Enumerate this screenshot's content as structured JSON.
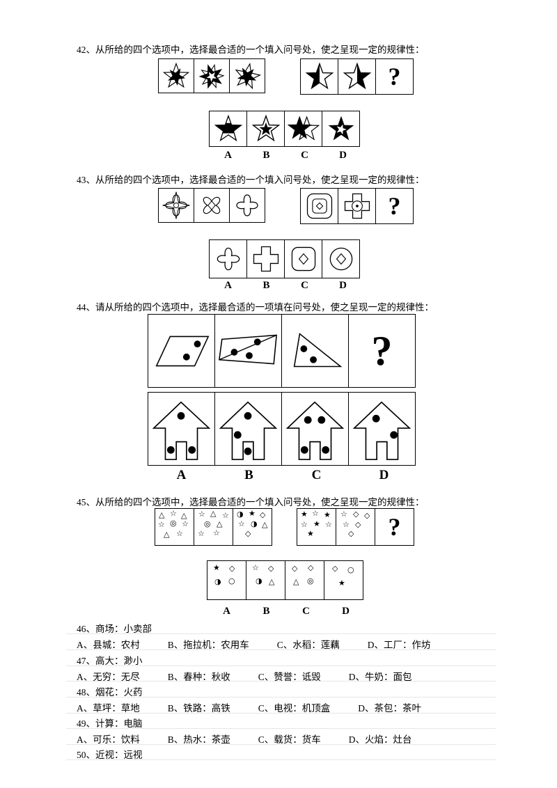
{
  "q": {
    "q42": {
      "stem": "42、从所给的四个选项中，选择最合适的一个填入问号处，使之呈现一定的规律性：",
      "qmark": "?",
      "labels": [
        "A",
        "B",
        "C",
        "D"
      ]
    },
    "q43": {
      "stem": "43、从所给的四个选项中，选择最合适的一个填入问号处，使之呈现一定的规律性：",
      "qmark": "?",
      "labels": [
        "A",
        "B",
        "C",
        "D"
      ]
    },
    "q44": {
      "stem": "44、请从所给的四个选项中，选择最合适的一项填在问号处，使之呈现一定的规律性：",
      "qmark": "?",
      "labels": [
        "A",
        "B",
        "C",
        "D"
      ]
    },
    "q45": {
      "stem": "45、从所给的四个选项中，选择最合适的一个填入问号处，使之呈现一定的规律性：",
      "qmark": "?",
      "labels": [
        "A",
        "B",
        "C",
        "D"
      ]
    }
  },
  "verbal": [
    {
      "stem": "46、商场：小卖部",
      "options": [
        "A、县城：农村",
        "B、拖拉机：农用车",
        "C、水稻：莲藕",
        "D、工厂：作坊"
      ]
    },
    {
      "stem": "47、高大：渺小",
      "options": [
        "A、无穷：无尽",
        "B、春种：秋收",
        "C、赞誉：诋毁",
        "D、牛奶：面包"
      ]
    },
    {
      "stem": "48、烟花：火药",
      "options": [
        "A、草坪：草地",
        "B、铁路：高铁",
        "C、电视：机顶盒",
        "D、茶包：茶叶"
      ]
    },
    {
      "stem": "49、计算：电脑",
      "options": [
        "A、可乐：饮料",
        "B、热水：茶壶",
        "C、载货：货车",
        "D、火焰：灶台"
      ]
    },
    {
      "stem": "50、近视：远视",
      "options": []
    }
  ],
  "q45_figures": {
    "seq": [
      [
        [
          "△",
          5,
          3
        ],
        [
          "☆",
          21,
          1
        ],
        [
          "△",
          37,
          4
        ],
        [
          "☆",
          4,
          17
        ],
        [
          "◎",
          21,
          15
        ],
        [
          "☆",
          38,
          16
        ],
        [
          "△",
          12,
          31
        ],
        [
          "☆",
          30,
          30
        ]
      ],
      [
        [
          "☆",
          6,
          2
        ],
        [
          "△",
          23,
          1
        ],
        [
          "☆",
          40,
          4
        ],
        [
          "◎",
          14,
          16
        ],
        [
          "△",
          32,
          16
        ],
        [
          "☆",
          5,
          30
        ],
        [
          "☆",
          27,
          29
        ]
      ],
      [
        [
          "◑",
          5,
          2
        ],
        [
          "★",
          22,
          1
        ],
        [
          "◇",
          38,
          3
        ],
        [
          "☆",
          7,
          16
        ],
        [
          "◑",
          25,
          16
        ],
        [
          "△",
          41,
          17
        ],
        [
          "◇",
          17,
          30
        ]
      ],
      [
        [
          "★",
          5,
          2
        ],
        [
          "☆",
          21,
          1
        ],
        [
          "★",
          38,
          3
        ],
        [
          "☆",
          5,
          17
        ],
        [
          "★",
          23,
          16
        ],
        [
          "☆",
          40,
          17
        ],
        [
          "★",
          14,
          30
        ]
      ],
      [
        [
          "☆",
          6,
          2
        ],
        [
          "◇",
          24,
          2
        ],
        [
          "◇",
          40,
          4
        ],
        [
          "☆",
          9,
          17
        ],
        [
          "◇",
          27,
          17
        ],
        [
          "◇",
          17,
          30
        ]
      ]
    ],
    "answers": [
      [
        [
          "★",
          8,
          4
        ],
        [
          "◇",
          31,
          5
        ],
        [
          "◑",
          10,
          24
        ],
        [
          "○",
          30,
          23
        ]
      ],
      [
        [
          "☆",
          8,
          4
        ],
        [
          "◇",
          31,
          5
        ],
        [
          "◑",
          13,
          23
        ],
        [
          "△",
          32,
          24
        ]
      ],
      [
        [
          "◇",
          9,
          5
        ],
        [
          "◇",
          32,
          4
        ],
        [
          "△",
          11,
          24
        ],
        [
          "◎",
          31,
          23
        ]
      ],
      [
        [
          "◇",
          11,
          5
        ],
        [
          "○",
          33,
          7
        ],
        [
          "★",
          20,
          26
        ]
      ]
    ]
  }
}
